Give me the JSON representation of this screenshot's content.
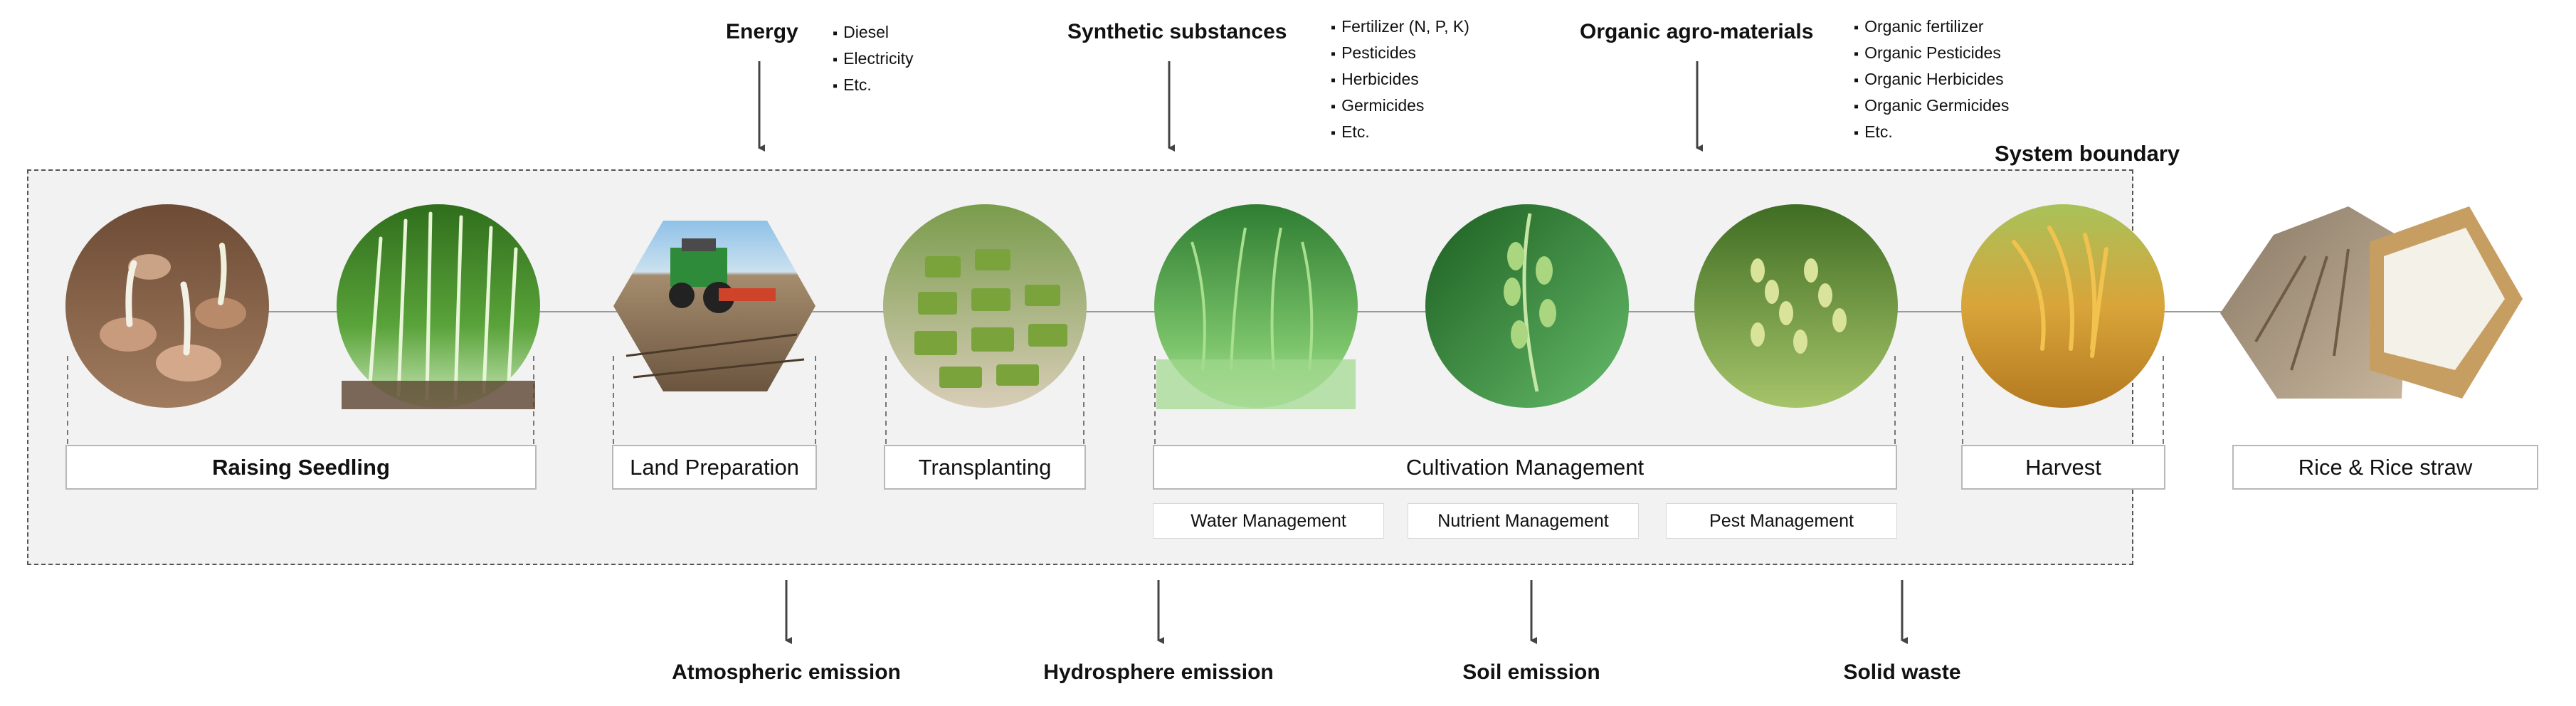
{
  "inputs": {
    "energy": {
      "label": "Energy",
      "items": [
        "Diesel",
        "Electricity",
        "Etc."
      ]
    },
    "synthetic": {
      "label": "Synthetic substances",
      "items": [
        "Fertilizer (N, P, K)",
        "Pesticides",
        "Herbicides",
        "Germicides",
        "Etc."
      ]
    },
    "organic": {
      "label": "Organic agro-materials",
      "items": [
        "Organic fertilizer",
        "Organic Pesticides",
        "Organic Herbicides",
        "Organic Germicides",
        "Etc."
      ]
    }
  },
  "system_boundary_label": "System boundary",
  "stages": {
    "raising_seedling": "Raising Seedling",
    "land_preparation": "Land Preparation",
    "transplanting": "Transplanting",
    "cultivation_management": "Cultivation Management",
    "harvest": "Harvest"
  },
  "sub_stages": [
    "Water Management",
    "Nutrient Management",
    "Pest Management"
  ],
  "product": "Rice & Rice straw",
  "emissions": {
    "atmospheric": "Atmospheric emission",
    "hydrosphere": "Hydrosphere emission",
    "soil": "Soil emission",
    "solid_waste": "Solid waste"
  },
  "colors": {
    "boundary_fill": "#f2f2f2",
    "boundary_stroke": "#555555",
    "box_border": "#b8b8b8",
    "arrow": "#444444"
  }
}
